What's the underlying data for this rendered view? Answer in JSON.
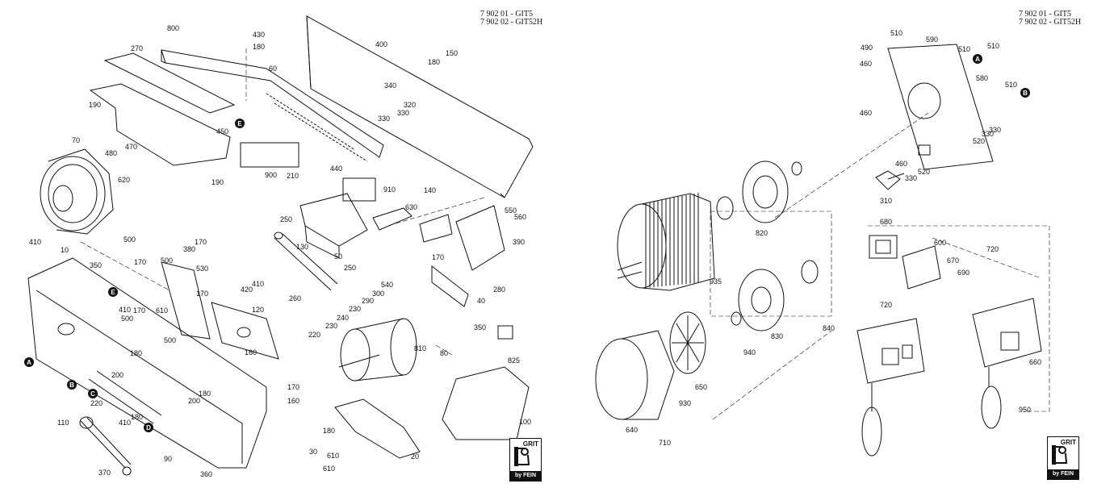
{
  "headers": {
    "left": [
      "7 902 01 - GIT5",
      "7 902 02 - GIT52H"
    ],
    "right": [
      "7 902 01 - GIT5",
      "7 902 02 - GIT52H"
    ]
  },
  "logo": {
    "top": "GRIT",
    "bottom": "by FEIN"
  },
  "colors": {
    "ink": "#111111",
    "paper": "#ffffff",
    "marker": "#111111"
  },
  "markers": [
    "A",
    "B",
    "C",
    "D",
    "E"
  ],
  "left_labels": [
    "800",
    "430",
    "180",
    "270",
    "60",
    "400",
    "150",
    "180",
    "340",
    "320",
    "330",
    "330",
    "190",
    "450",
    "70",
    "480",
    "470",
    "620",
    "190",
    "900",
    "210",
    "440",
    "910",
    "140",
    "630",
    "550",
    "560",
    "390",
    "250",
    "130",
    "50",
    "410",
    "10",
    "350",
    "500",
    "170",
    "380",
    "170",
    "530",
    "500",
    "170",
    "420",
    "410",
    "120",
    "260",
    "250",
    "290",
    "300",
    "540",
    "220",
    "230",
    "240",
    "230",
    "170",
    "280",
    "40",
    "410",
    "500",
    "170",
    "610",
    "500",
    "160",
    "810",
    "80",
    "200",
    "180",
    "350",
    "825",
    "220",
    "200",
    "180",
    "170",
    "160",
    "110",
    "410",
    "180",
    "30",
    "180",
    "100",
    "610",
    "610",
    "20",
    "90",
    "370",
    "360"
  ],
  "right_labels": [
    "510",
    "590",
    "490",
    "510",
    "460",
    "510",
    "580",
    "510",
    "460",
    "330",
    "520",
    "330",
    "460",
    "520",
    "330",
    "310",
    "820",
    "935",
    "680",
    "600",
    "670",
    "690",
    "720",
    "720",
    "840",
    "830",
    "940",
    "930",
    "650",
    "640",
    "710",
    "660",
    "950"
  ]
}
